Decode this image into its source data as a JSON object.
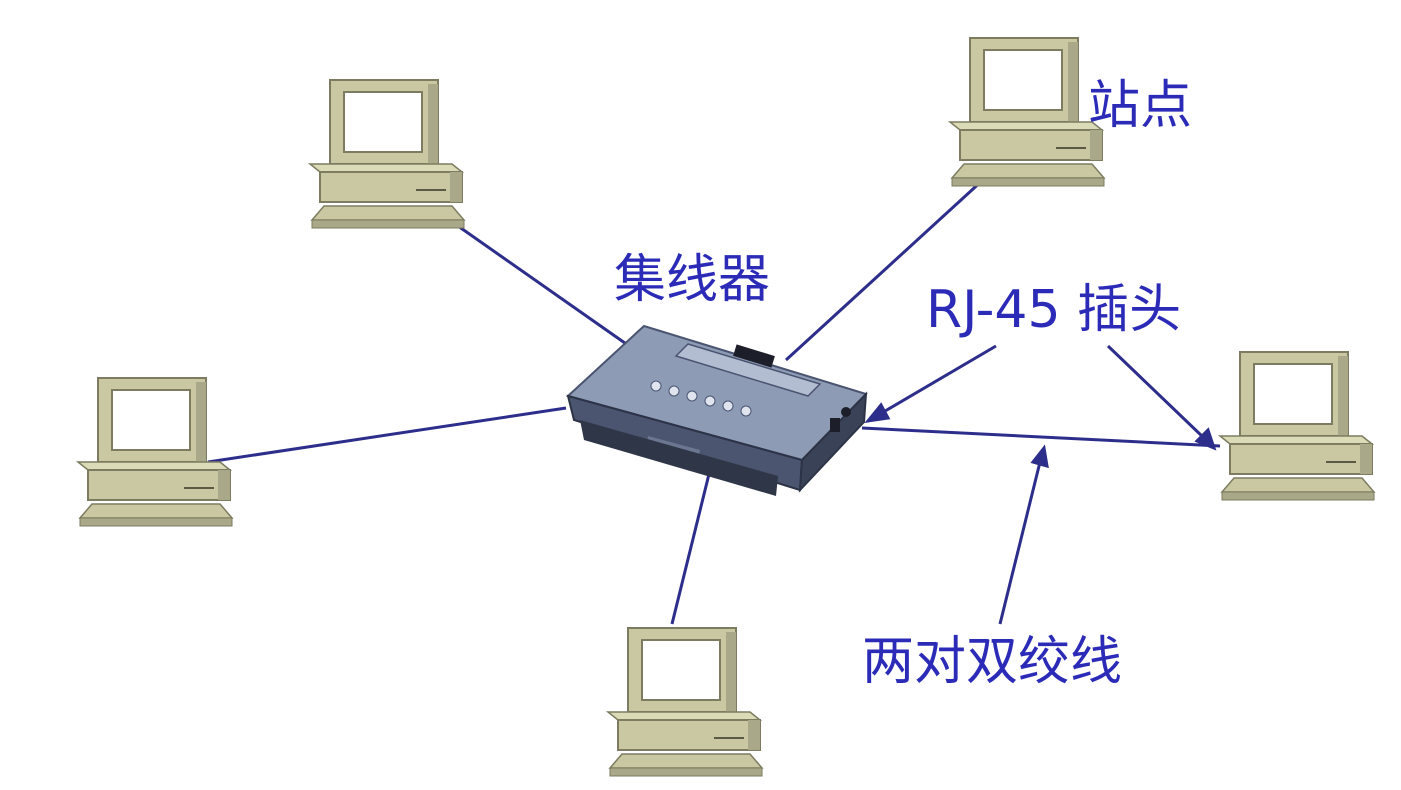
{
  "labels": {
    "station": "站点",
    "hub": "集线器",
    "rj45_plug": "RJ-45 插头",
    "twisted_pair": "两对双绞线"
  },
  "colors": {
    "link": "#2d2d8c",
    "label": "#2b2bb8",
    "computer_beige": "#c9c8a3",
    "hub_body": "#8e9bb5"
  },
  "icons": {
    "computer": "computer-icon",
    "hub": "hub-icon"
  }
}
